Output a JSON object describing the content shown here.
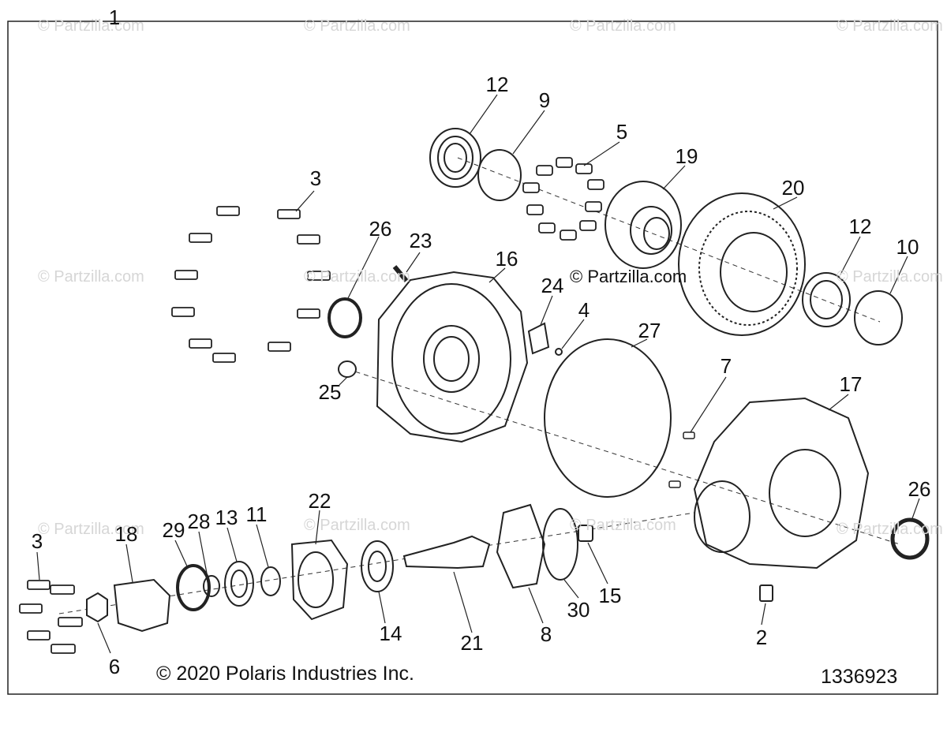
{
  "watermark": "© Partzilla.com",
  "copyright": "© 2020 Polaris Industries Inc.",
  "diagram_number": "1336923",
  "labels": [
    "1",
    "12",
    "9",
    "5",
    "19",
    "20",
    "12",
    "10",
    "3",
    "26",
    "23",
    "16",
    "24",
    "4",
    "27",
    "25",
    "7",
    "17",
    "26",
    "3",
    "18",
    "29",
    "28",
    "13",
    "11",
    "22",
    "14",
    "21",
    "8",
    "30",
    "15",
    "2",
    "6"
  ]
}
